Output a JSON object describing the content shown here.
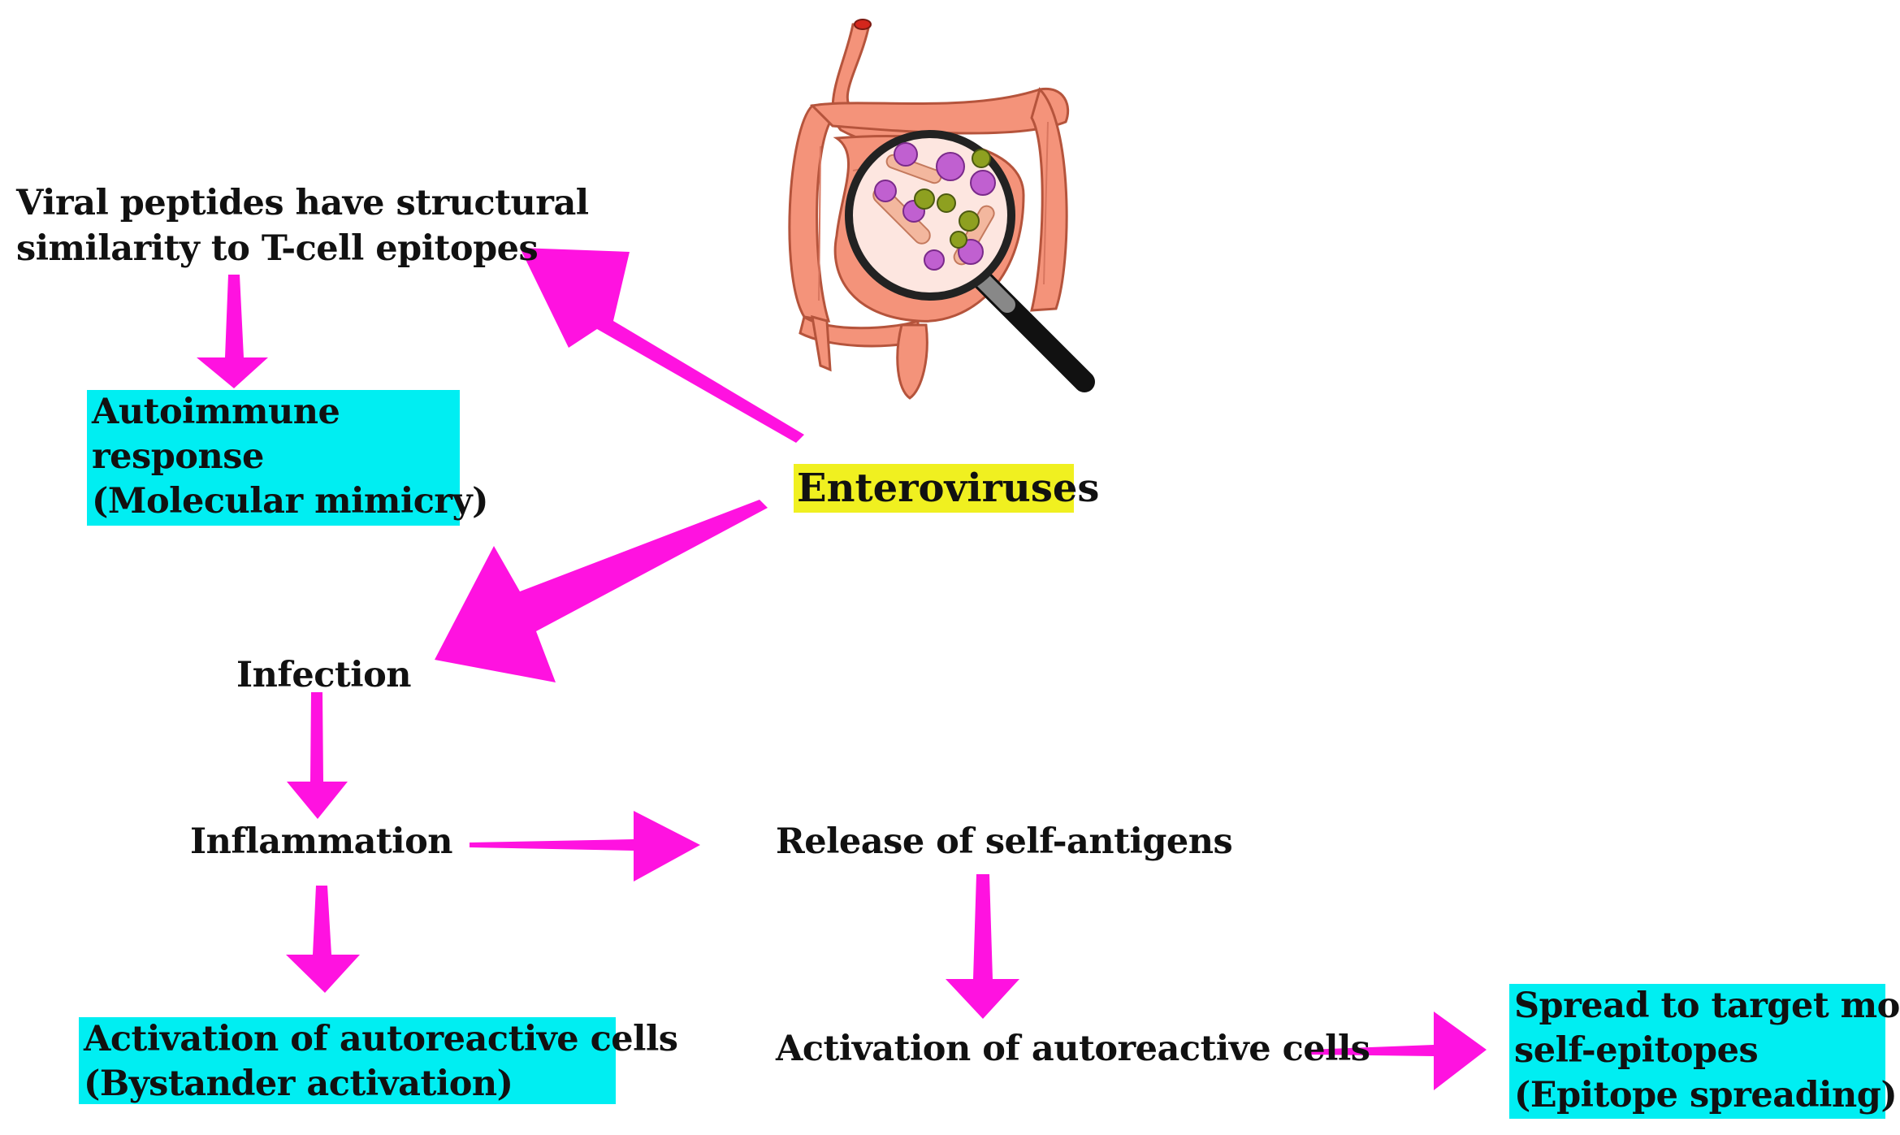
{
  "diagram": {
    "source": "Enteroviruses",
    "mimicry_cause": [
      "Viral peptides have structural",
      "similarity to T-cell epitopes"
    ],
    "mimicry_outcome": [
      "Autoimmune",
      "response",
      "(Molecular mimicry)"
    ],
    "infection": "Infection",
    "inflammation": "Inflammation",
    "bystander_outcome": [
      "Activation of autoreactive cells",
      "(Bystander activation)"
    ],
    "self_antigens": "Release of self-antigens",
    "spread_cause": "Activation of autoreactive cells",
    "spreading_outcome": [
      "Spread to target more",
      "self-epitopes",
      "(Epitope spreading)"
    ]
  },
  "colors": {
    "arrow": "#ff12e0",
    "outcome_box": "#00eef2",
    "source_box": "#f0f020",
    "text": "#111111"
  },
  "illustration": {
    "subject": "intestine-with-magnifier-icon"
  }
}
